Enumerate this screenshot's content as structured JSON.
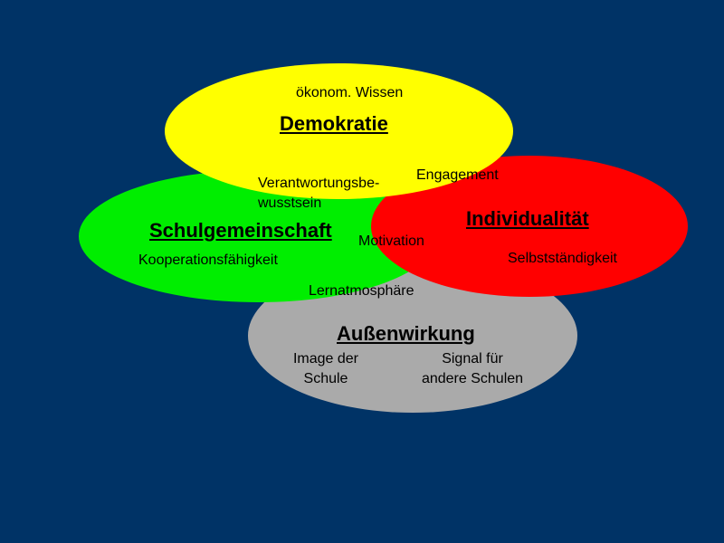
{
  "colors": {
    "background": "#003366",
    "demokratie": "#ffff00",
    "schulgemeinschaft": "#00ee00",
    "individualitaet": "#ff0000",
    "aussenwirkung": "#aaaaaa"
  },
  "circles": {
    "demokratie": {
      "title": "Demokratie",
      "items": [
        "ökonom. Wissen"
      ]
    },
    "schulgemeinschaft": {
      "title": "Schulgemeinschaft",
      "items": [
        "Kooperationsfähigkeit"
      ]
    },
    "individualitaet": {
      "title": "Individualität",
      "items": [
        "Selbstständigkeit"
      ]
    },
    "aussenwirkung": {
      "title": "Außenwirkung",
      "items": [
        "Image der\nSchule",
        "Signal für\nandere Schulen"
      ]
    }
  },
  "overlaps": {
    "verantwortung": "Verantwortungsbe-\nwusstsein",
    "engagement": "Engagement",
    "motivation": "Motivation",
    "lernatmosphaere": "Lernatmosphäre"
  }
}
